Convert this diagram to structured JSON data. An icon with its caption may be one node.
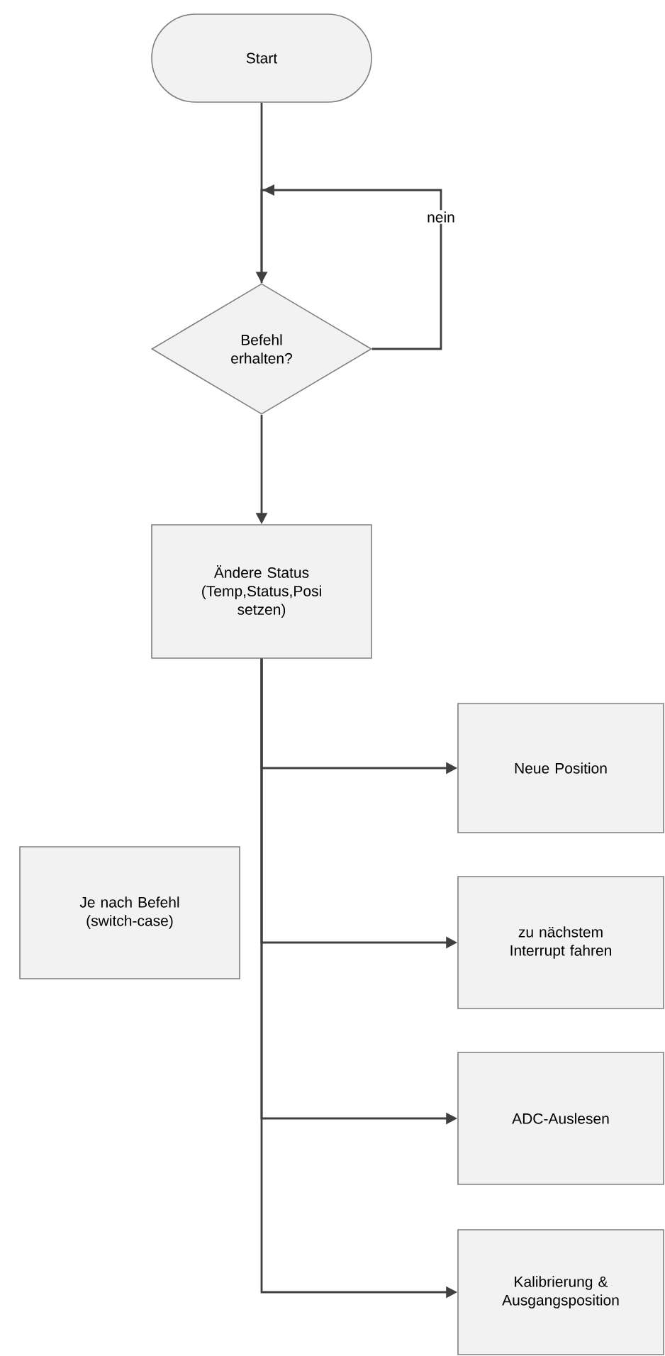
{
  "diagram": {
    "nodes": [
      {
        "text": [
          "Start"
        ]
      },
      {
        "text": [
          "Befehl erhalten?"
        ]
      },
      {
        "text": [
          "Ändere Status (Temp,Status,Posi setzen)"
        ]
      },
      {
        "text": [
          "Neue Position"
        ]
      },
      {
        "text": [
          "zu nächstem Interrupt fahren"
        ]
      },
      {
        "text": [
          "ADC-Auslesen"
        ]
      },
      {
        "text": [
          "Kalibrierung & Ausgangsposition"
        ]
      },
      {
        "text": [
          "Je nach Befehl (switch-case)"
        ]
      }
    ],
    "edges": [
      {
        "from": 0,
        "to": 1,
        "arrow": "to"
      },
      {
        "from": 1,
        "to": 1,
        "arrow": "to",
        "label": "nein"
      },
      {
        "from": 1,
        "to": 2,
        "arrow": "to"
      },
      {
        "from": 2,
        "to": 3,
        "arrow": "to"
      },
      {
        "from": 2,
        "to": 4,
        "arrow": "to"
      },
      {
        "from": 2,
        "to": 5,
        "arrow": "to"
      },
      {
        "from": 2,
        "to": 6,
        "arrow": "to"
      }
    ]
  }
}
